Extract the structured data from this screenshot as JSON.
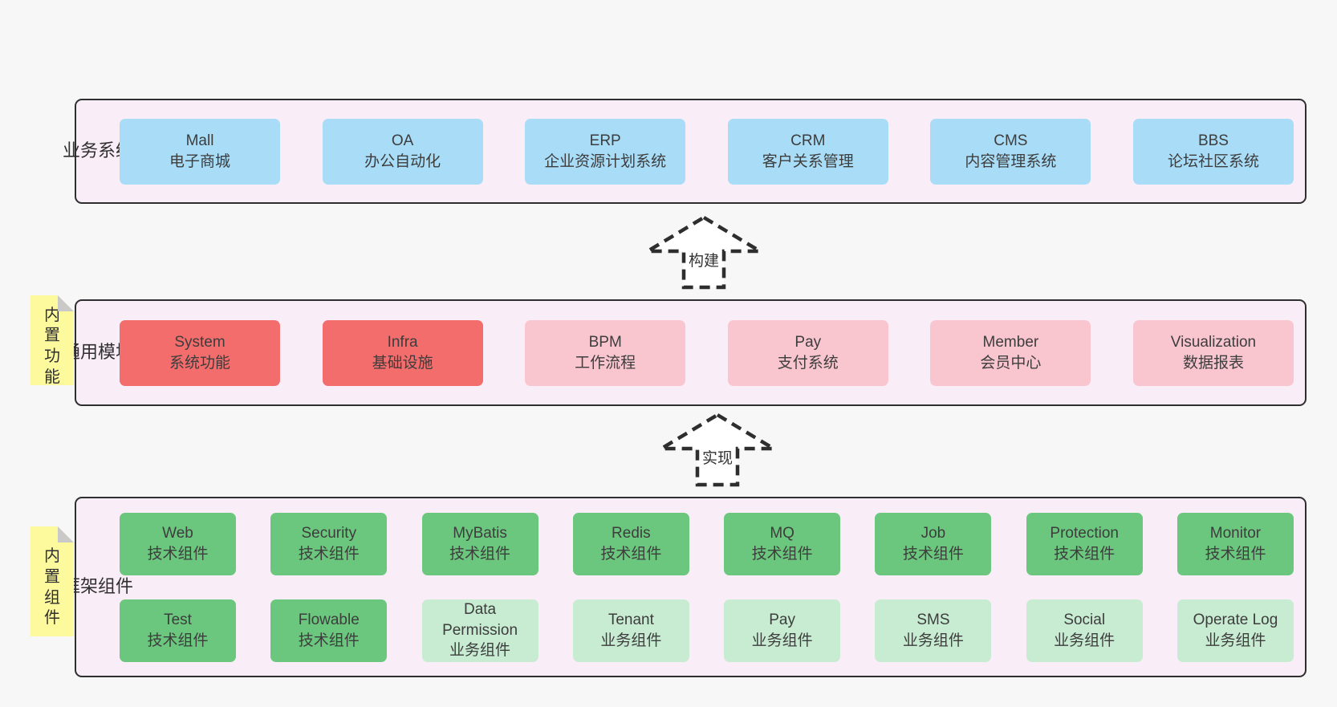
{
  "page": {
    "background": "#f7f7f7"
  },
  "colors": {
    "blue": "#a9dcf6",
    "red": "#f26d6c",
    "pink": "#f9c6d0",
    "green": "#6bc77d",
    "lightgreen": "#c8ecd2",
    "container_bg": "#f9edf7",
    "container_border": "#2f2f2f",
    "note_yellow": "#fcfa9d",
    "note_fold_gray": "#c9c9c9",
    "text": "#3d3d3d",
    "arrow_dash": "#2e2e2e"
  },
  "layers": [
    {
      "id": "business",
      "label": "业务系统",
      "note": null,
      "rows": [
        [
          {
            "name": "Mall",
            "desc": "电子商城",
            "variant": "blue"
          },
          {
            "name": "OA",
            "desc": "办公自动化",
            "variant": "blue"
          },
          {
            "name": "ERP",
            "desc": "企业资源计划系统",
            "variant": "blue"
          },
          {
            "name": "CRM",
            "desc": "客户关系管理",
            "variant": "blue"
          },
          {
            "name": "CMS",
            "desc": "内容管理系统",
            "variant": "blue"
          },
          {
            "name": "BBS",
            "desc": "论坛社区系统",
            "variant": "blue"
          }
        ]
      ]
    },
    {
      "id": "common",
      "label": "通用模块",
      "note": "内置功能",
      "rows": [
        [
          {
            "name": "System",
            "desc": "系统功能",
            "variant": "red"
          },
          {
            "name": "Infra",
            "desc": "基础设施",
            "variant": "red"
          },
          {
            "name": "BPM",
            "desc": "工作流程",
            "variant": "pink"
          },
          {
            "name": "Pay",
            "desc": "支付系统",
            "variant": "pink"
          },
          {
            "name": "Member",
            "desc": "会员中心",
            "variant": "pink"
          },
          {
            "name": "Visualization",
            "desc": "数据报表",
            "variant": "pink"
          }
        ]
      ]
    },
    {
      "id": "framework",
      "label": "框架组件",
      "note": "内置组件",
      "rows": [
        [
          {
            "name": "Web",
            "desc": "技术组件",
            "variant": "green"
          },
          {
            "name": "Security",
            "desc": "技术组件",
            "variant": "green"
          },
          {
            "name": "MyBatis",
            "desc": "技术组件",
            "variant": "green"
          },
          {
            "name": "Redis",
            "desc": "技术组件",
            "variant": "green"
          },
          {
            "name": "MQ",
            "desc": "技术组件",
            "variant": "green"
          },
          {
            "name": "Job",
            "desc": "技术组件",
            "variant": "green"
          },
          {
            "name": "Protection",
            "desc": "技术组件",
            "variant": "green"
          },
          {
            "name": "Monitor",
            "desc": "技术组件",
            "variant": "green"
          }
        ],
        [
          {
            "name": "Test",
            "desc": "技术组件",
            "variant": "green"
          },
          {
            "name": "Flowable",
            "desc": "技术组件",
            "variant": "green"
          },
          {
            "name": "Data Permission",
            "desc": "业务组件",
            "variant": "lightgreen"
          },
          {
            "name": "Tenant",
            "desc": "业务组件",
            "variant": "lightgreen"
          },
          {
            "name": "Pay",
            "desc": "业务组件",
            "variant": "lightgreen"
          },
          {
            "name": "SMS",
            "desc": "业务组件",
            "variant": "lightgreen"
          },
          {
            "name": "Social",
            "desc": "业务组件",
            "variant": "lightgreen"
          },
          {
            "name": "Operate Log",
            "desc": "业务组件",
            "variant": "lightgreen"
          }
        ]
      ]
    }
  ],
  "arrows": [
    {
      "id": "build",
      "label": "构建"
    },
    {
      "id": "implement",
      "label": "实现"
    }
  ]
}
